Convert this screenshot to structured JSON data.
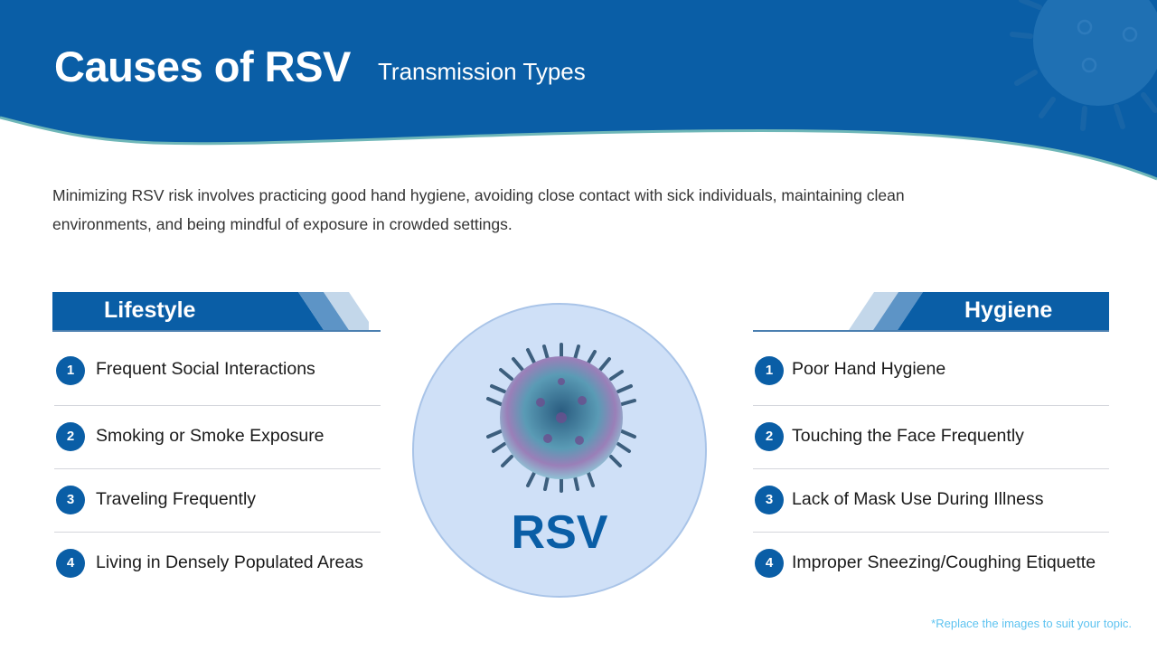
{
  "header": {
    "title": "Causes of RSV",
    "subtitle": "Transmission Types"
  },
  "intro": {
    "text": "Minimizing RSV risk involves practicing good hand hygiene, avoiding close contact with sick individuals, maintaining clean environments, and being mindful of exposure in crowded settings."
  },
  "left_section": {
    "label": "Lifestyle",
    "items": [
      {
        "num": "1",
        "text": "Frequent Social Interactions"
      },
      {
        "num": "2",
        "text": "Smoking or Smoke Exposure"
      },
      {
        "num": "3",
        "text": "Traveling Frequently"
      },
      {
        "num": "4",
        "text": "Living in Densely Populated Areas"
      }
    ]
  },
  "right_section": {
    "label": "Hygiene",
    "items": [
      {
        "num": "1",
        "text": "Poor Hand Hygiene"
      },
      {
        "num": "2",
        "text": "Touching the Face Frequently"
      },
      {
        "num": "3",
        "text": "Lack of Mask Use During Illness"
      },
      {
        "num": "4",
        "text": "Improper Sneezing/Coughing Etiquette"
      }
    ]
  },
  "center": {
    "label": "RSV",
    "image": "virus-icon"
  },
  "footer": {
    "note": "*Replace the images to suit your topic."
  },
  "colors": {
    "primary": "#0a5ea6",
    "header_bg": "#0a5ea6",
    "accent_line": "#6fb7b8",
    "circle_bg": "#cfe0f7",
    "note": "#5ec3f0"
  }
}
